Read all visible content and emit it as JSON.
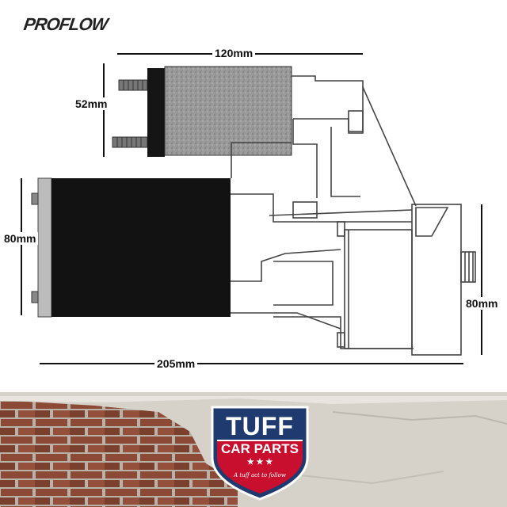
{
  "brand": {
    "proflow_text": "PROFLOW"
  },
  "dimensions": {
    "width_top": "120mm",
    "height_solenoid": "52mm",
    "height_motor": "80mm",
    "height_nose": "80mm",
    "length_total": "205mm"
  },
  "badge": {
    "line1": "TUFF",
    "line2": "CAR PARTS",
    "stars": "★ ★ ★",
    "tagline": "A tuff act to follow",
    "colors": {
      "navy": "#1f3a6e",
      "red": "#c8102e",
      "white": "#ffffff"
    }
  }
}
